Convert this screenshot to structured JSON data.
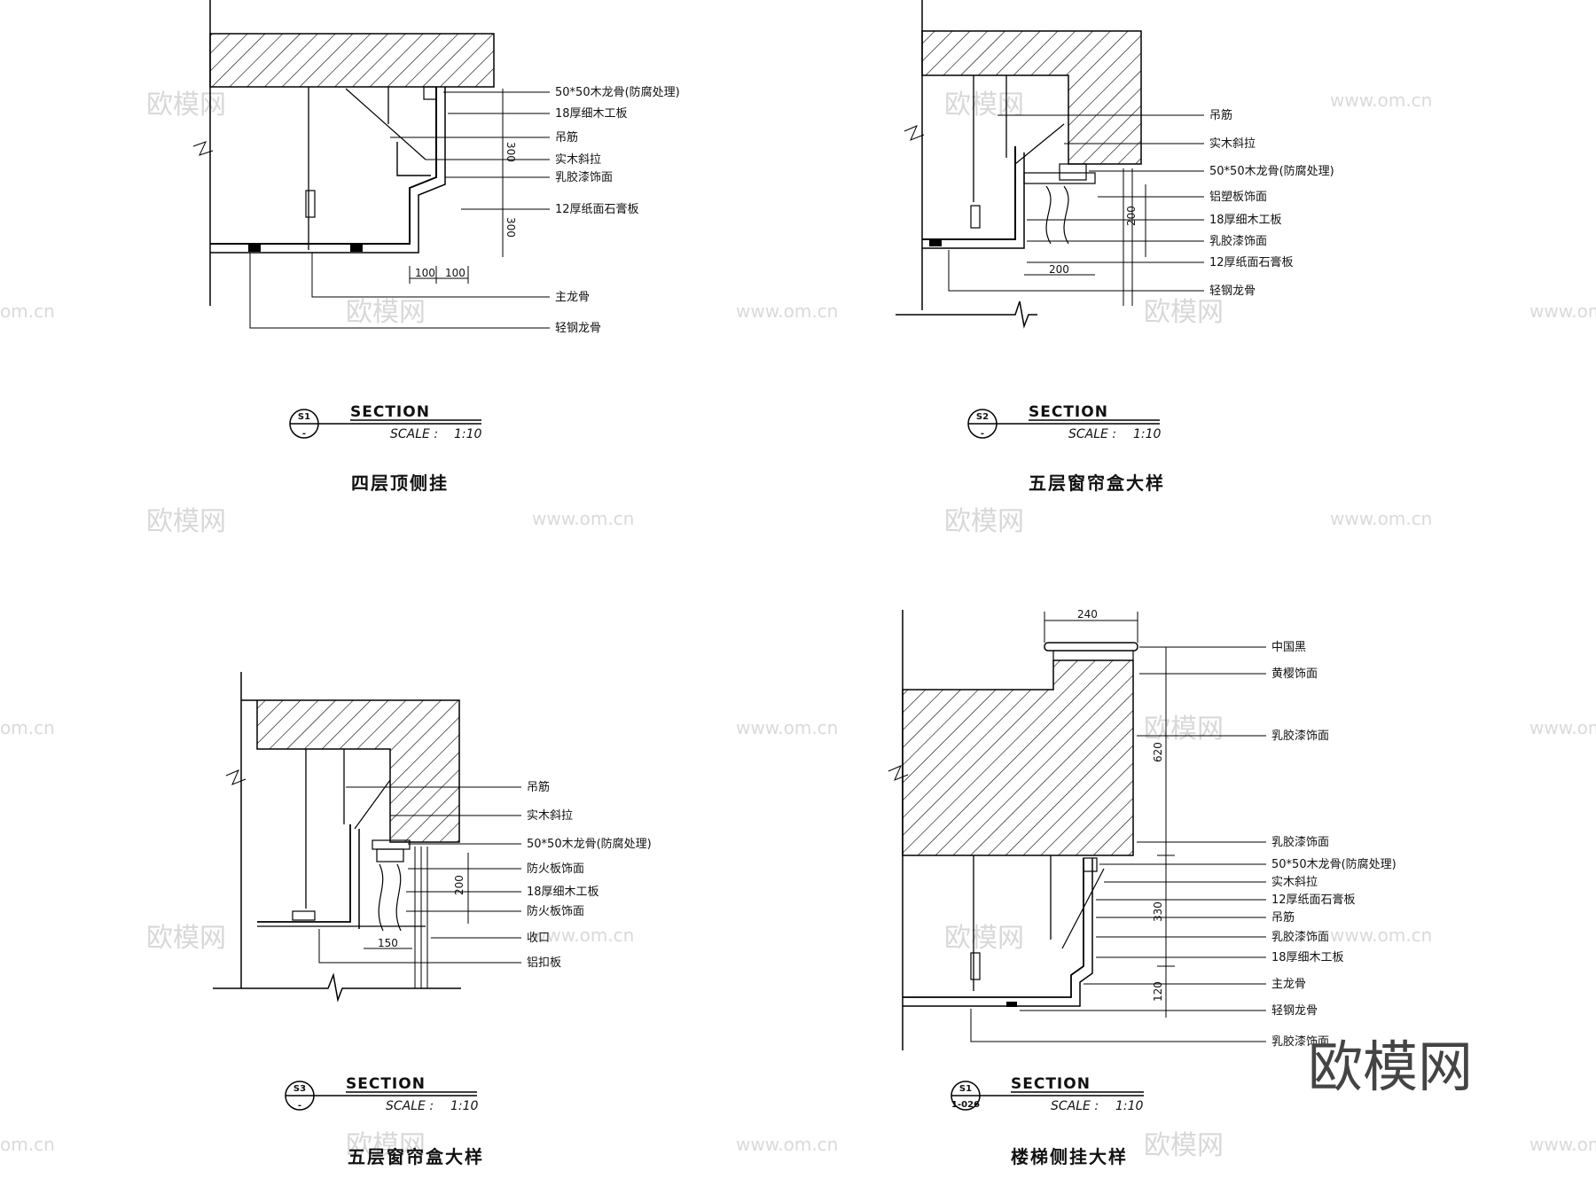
{
  "drawings": [
    {
      "tag": "S1",
      "tag_sub": "-",
      "section_label": "SECTION",
      "scale_label": "SCALE :",
      "scale_value": "1:10",
      "title": "四层顶侧挂",
      "labels": [
        "50*50木龙骨(防腐处理)",
        "18厚细木工板",
        "吊筋",
        "实木斜拉",
        "乳胶漆饰面",
        "12厚纸面石膏板",
        "主龙骨",
        "轻钢龙骨"
      ],
      "dims": [
        "300",
        "300",
        "100",
        "100"
      ]
    },
    {
      "tag": "S2",
      "tag_sub": "-",
      "section_label": "SECTION",
      "scale_label": "SCALE :",
      "scale_value": "1:10",
      "title": "五层窗帘盒大样",
      "labels": [
        "吊筋",
        "实木斜拉",
        "50*50木龙骨(防腐处理)",
        "铝塑板饰面",
        "18厚细木工板",
        "乳胶漆饰面",
        "12厚纸面石膏板",
        "轻钢龙骨"
      ],
      "dims": [
        "200",
        "200"
      ]
    },
    {
      "tag": "S3",
      "tag_sub": "-",
      "section_label": "SECTION",
      "scale_label": "SCALE :",
      "scale_value": "1:10",
      "title": "五层窗帘盒大样",
      "labels": [
        "吊筋",
        "实木斜拉",
        "50*50木龙骨(防腐处理)",
        "防火板饰面",
        "18厚细木工板",
        "防火板饰面",
        "收口",
        "铝扣板"
      ],
      "dims": [
        "200",
        "150"
      ]
    },
    {
      "tag": "S1",
      "tag_sub": "1-026",
      "section_label": "SECTION",
      "scale_label": "SCALE :",
      "scale_value": "1:10",
      "title": "楼梯侧挂大样",
      "labels": [
        "中国黑",
        "黄樱饰面",
        "乳胶漆饰面",
        "乳胶漆饰面",
        "50*50木龙骨(防腐处理)",
        "实木斜拉",
        "12厚纸面石膏板",
        "吊筋",
        "乳胶漆饰面",
        "18厚细木工板",
        "主龙骨",
        "轻钢龙骨",
        "乳胶漆饰面"
      ],
      "dims": [
        "240",
        "620",
        "330",
        "120"
      ]
    }
  ],
  "watermarks": {
    "brand": "欧模网",
    "url": "www.om.cn",
    "url_fragment": "om.cn"
  }
}
